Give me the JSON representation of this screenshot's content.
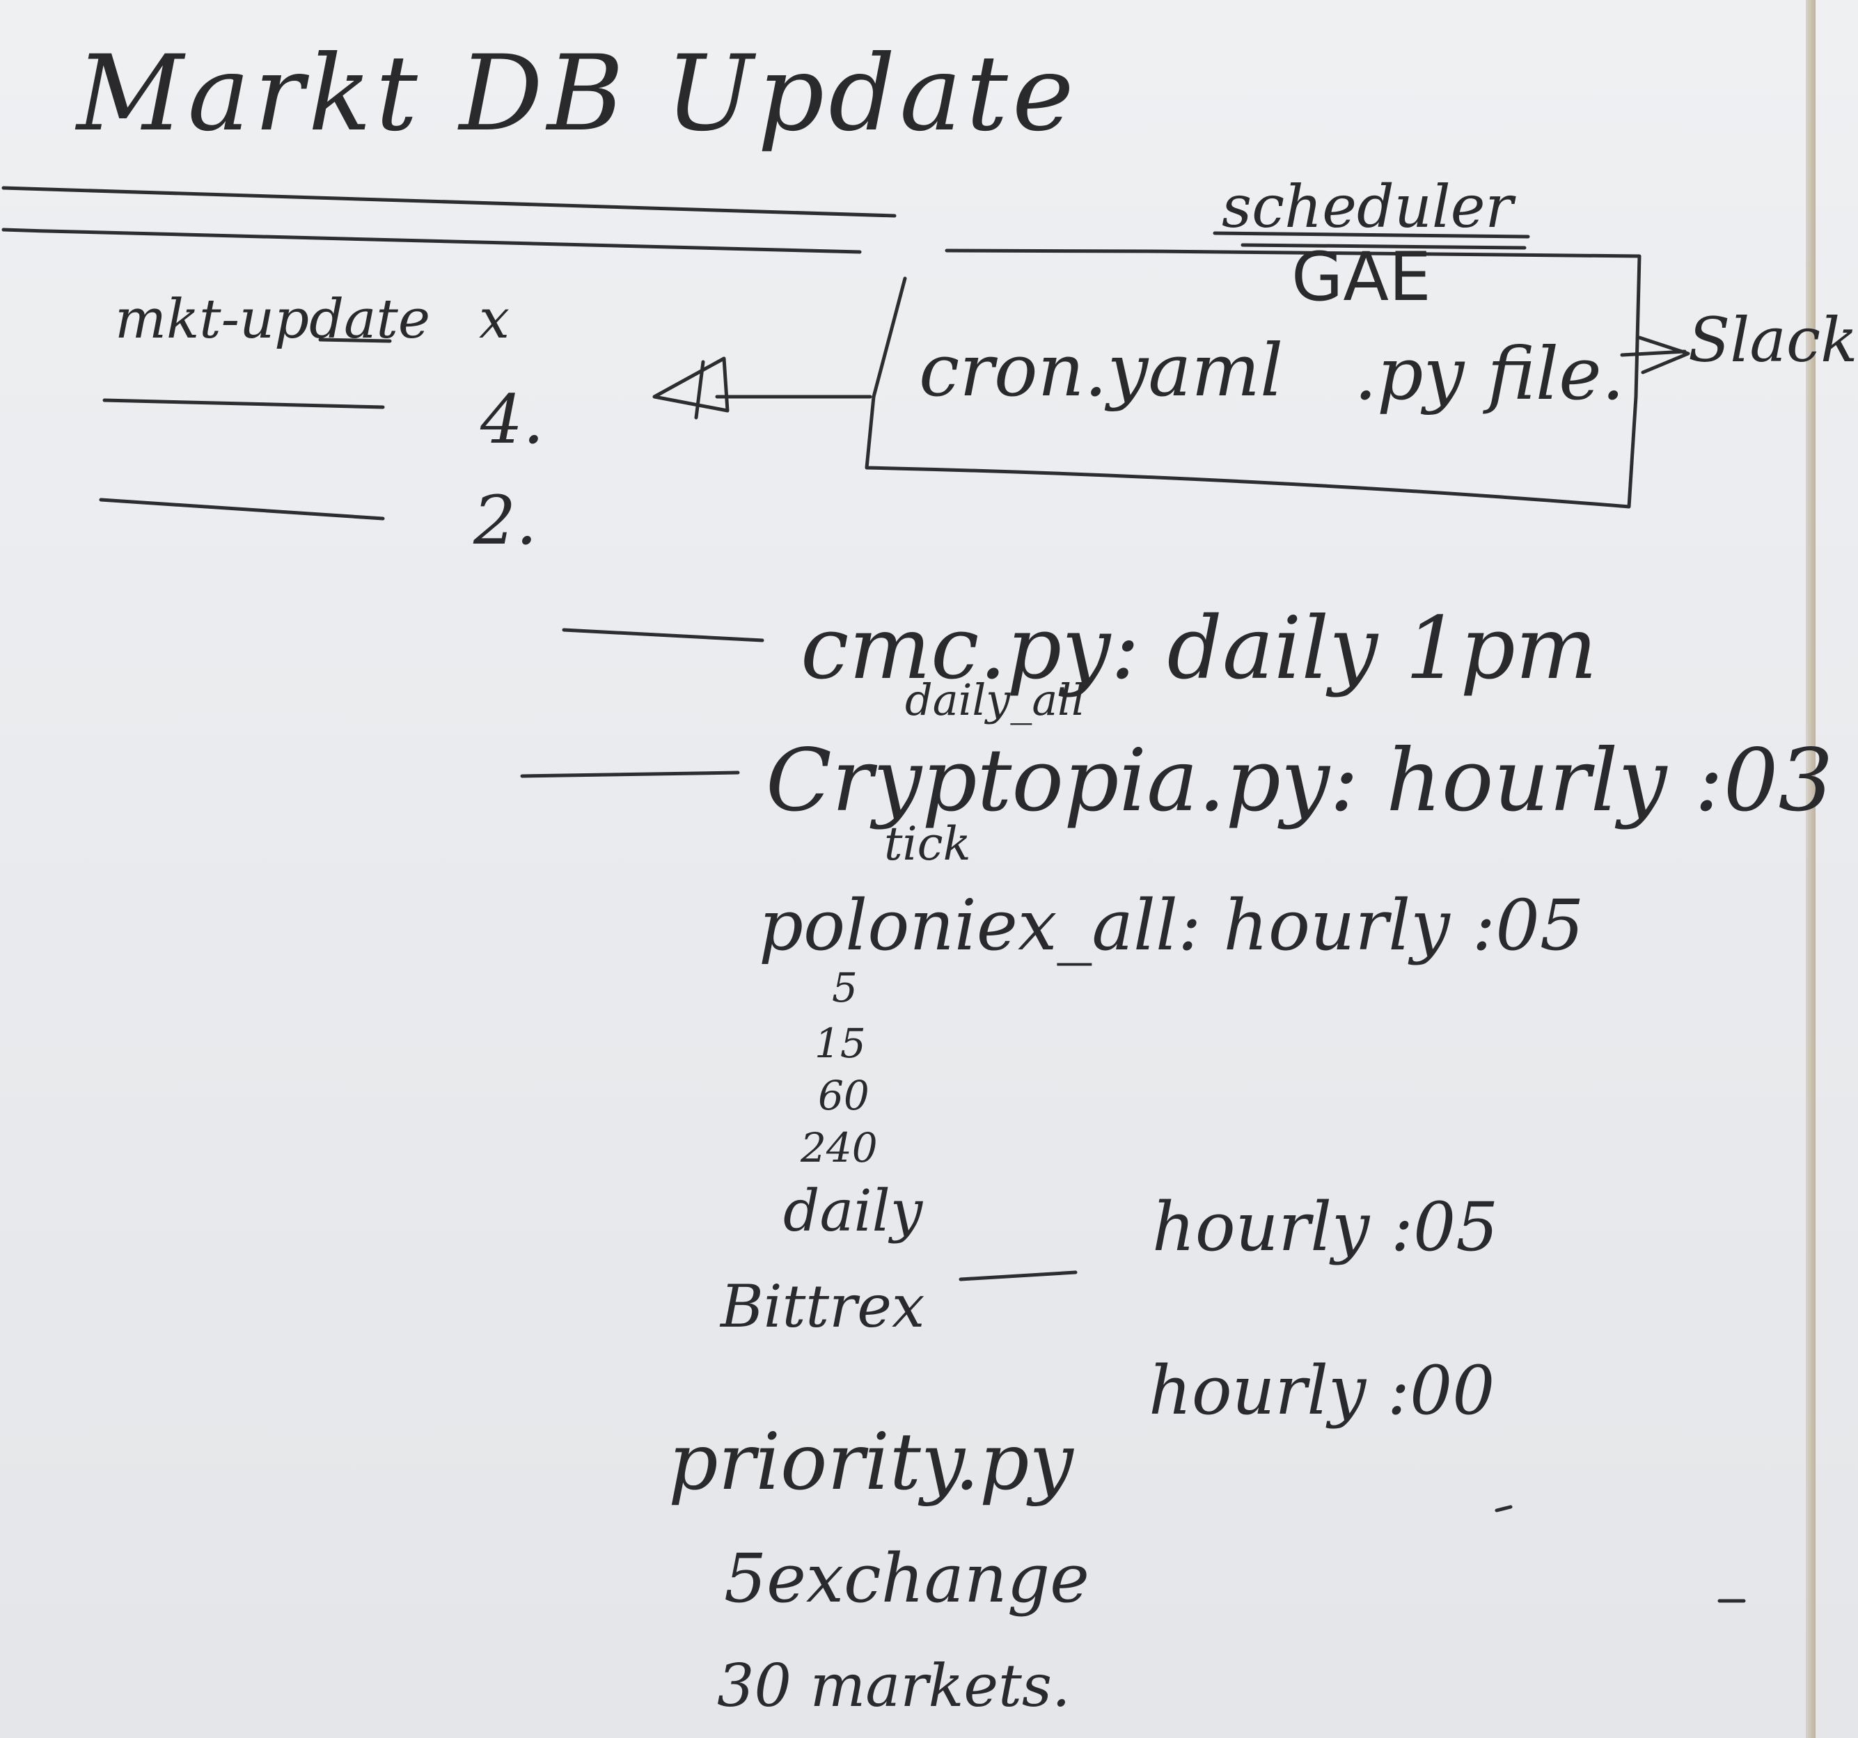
{
  "note": {
    "title": "Markt DB Update",
    "scheduler": "scheduler",
    "box": {
      "label": "GAE",
      "cron": "cron.yaml",
      "py": ".py file."
    },
    "slack": "Slack",
    "left_list": {
      "item1": "mkt-update",
      "mark1": "x",
      "item2": "4.",
      "item3": "2."
    },
    "jobs": {
      "cmc": "cmc.py: daily 1pm",
      "cryptopia_label": "daily_all",
      "cryptopia": "Cryptopia.py: hourly :03",
      "cryptopia_note": "tick",
      "poloniex": "poloniex_all: hourly :05",
      "intervals": [
        "5",
        "15",
        "60",
        "240",
        "daily"
      ],
      "interval_schedule": "hourly :05",
      "bittrex": "Bittrex",
      "bittrex_schedule": "hourly :00",
      "priority": "priority.py"
    },
    "footer": {
      "exchanges": "5exchange",
      "markets": "30 markets."
    }
  }
}
